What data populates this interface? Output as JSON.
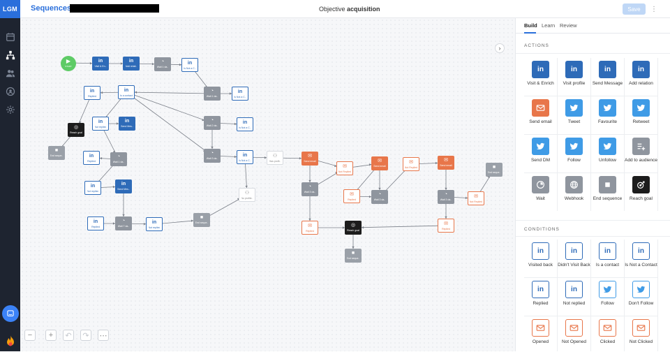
{
  "app": {
    "logo": "LGM"
  },
  "header": {
    "breadcrumb": "Sequences",
    "breadcrumb_sep": "/",
    "objective_prefix": "Objective",
    "objective_value": "acquisition",
    "save_label": "Save",
    "more_label": "⋮"
  },
  "canvas": {
    "collapse_label": "›",
    "zoom_controls": [
      "−",
      "+",
      "↶",
      "↷",
      "⋯"
    ],
    "nodes": [
      {
        "label": "START",
        "icon": "▶",
        "type": "start"
      },
      {
        "label": "Visit & En..",
        "icon": "in",
        "type": "li"
      },
      {
        "label": "Add relati..",
        "icon": "in",
        "type": "li"
      },
      {
        "label": "Wait 1 da..",
        "icon": "◔",
        "type": "wait"
      },
      {
        "label": "Is Not a C..",
        "icon": "in",
        "type": "li-o"
      },
      {
        "label": "Replied",
        "icon": "in",
        "type": "li-o"
      },
      {
        "label": "Is a contact",
        "icon": "in",
        "type": "li-o"
      },
      {
        "label": "Wait 1 da..",
        "icon": "◔",
        "type": "wait"
      },
      {
        "label": "Is Not a C..",
        "icon": "in",
        "type": "li-o"
      },
      {
        "label": "Not replied",
        "icon": "in",
        "type": "li-o"
      },
      {
        "label": "Send Mes..",
        "icon": "in",
        "type": "li"
      },
      {
        "label": "Reach goal",
        "icon": "◎",
        "type": "goal"
      },
      {
        "label": "Wait 2 da..",
        "icon": "◔",
        "type": "wait"
      },
      {
        "label": "Is Not a C..",
        "icon": "in",
        "type": "li-o"
      },
      {
        "label": "End seque..",
        "icon": "■",
        "type": "end"
      },
      {
        "label": "Replied",
        "icon": "in",
        "type": "li-o"
      },
      {
        "label": "Wait 1 da..",
        "icon": "◔",
        "type": "wait"
      },
      {
        "label": "Wait 3 da..",
        "icon": "◔",
        "type": "wait"
      },
      {
        "label": "Is Not a C..",
        "icon": "in",
        "type": "li-o"
      },
      {
        "label": "Has profil..",
        "icon": "⚇",
        "type": "plain"
      },
      {
        "label": "Not replied",
        "icon": "in",
        "type": "li-o"
      },
      {
        "label": "Send Mes..",
        "icon": "in",
        "type": "li"
      },
      {
        "label": "No profile..",
        "icon": "⚇",
        "type": "plain"
      },
      {
        "label": "Replied",
        "icon": "in",
        "type": "li-o"
      },
      {
        "label": "Wait 7 da..",
        "icon": "◔",
        "type": "wait"
      },
      {
        "label": "Not replied",
        "icon": "in",
        "type": "li-o"
      },
      {
        "label": "End seque..",
        "icon": "■",
        "type": "end"
      },
      {
        "label": "Send email",
        "icon": "✉",
        "type": "mail"
      },
      {
        "label": "Wait 3 da..",
        "icon": "◔",
        "type": "wait"
      },
      {
        "label": "Replied",
        "icon": "✉",
        "type": "mail-o"
      },
      {
        "label": "Not Replied",
        "icon": "✉",
        "type": "mail-o"
      },
      {
        "label": "Send email",
        "icon": "✉",
        "type": "mail"
      },
      {
        "label": "Replied",
        "icon": "✉",
        "type": "mail-o"
      },
      {
        "label": "Wait 3 da..",
        "icon": "◔",
        "type": "wait"
      },
      {
        "label": "Not Replied",
        "icon": "✉",
        "type": "mail-o"
      },
      {
        "label": "Send email",
        "icon": "✉",
        "type": "mail"
      },
      {
        "label": "Wait 3 da..",
        "icon": "◔",
        "type": "wait"
      },
      {
        "label": "Replied",
        "icon": "✉",
        "type": "mail-o"
      },
      {
        "label": "Not Replied",
        "icon": "✉",
        "type": "mail-o"
      },
      {
        "label": "End seque..",
        "icon": "■",
        "type": "end"
      },
      {
        "label": "Reach goal",
        "icon": "◎",
        "type": "goal"
      },
      {
        "label": "End seque..",
        "icon": "■",
        "type": "end"
      }
    ]
  },
  "panel": {
    "tabs": [
      "Build",
      "Learn",
      "Review"
    ],
    "actions_title": "ACTIONS",
    "actions": [
      {
        "label": "Visit & Enrich",
        "icon": "linkedin-icon",
        "style": "li"
      },
      {
        "label": "Visit profile",
        "icon": "linkedin-icon",
        "style": "li"
      },
      {
        "label": "Send Message",
        "icon": "linkedin-icon",
        "style": "li"
      },
      {
        "label": "Add relation",
        "icon": "linkedin-icon",
        "style": "li"
      },
      {
        "label": "Send email",
        "icon": "mail-icon",
        "style": "mail"
      },
      {
        "label": "Tweet",
        "icon": "twitter-icon",
        "style": "tw"
      },
      {
        "label": "Favourite",
        "icon": "twitter-icon",
        "style": "tw"
      },
      {
        "label": "Retweet",
        "icon": "twitter-icon",
        "style": "tw"
      },
      {
        "label": "Send DM",
        "icon": "twitter-icon",
        "style": "tw"
      },
      {
        "label": "Follow",
        "icon": "twitter-icon",
        "style": "tw"
      },
      {
        "label": "Unfollow",
        "icon": "twitter-icon",
        "style": "tw"
      },
      {
        "label": "Add to audience",
        "icon": "add-list-icon",
        "style": "gray"
      },
      {
        "label": "Wait",
        "icon": "clock-icon",
        "style": "gray"
      },
      {
        "label": "Webhook",
        "icon": "globe-icon",
        "style": "gray"
      },
      {
        "label": "End sequence",
        "icon": "stop-icon",
        "style": "gray"
      },
      {
        "label": "Reach goal",
        "icon": "target-icon",
        "style": "dark"
      }
    ],
    "conditions_title": "CONDITIONS",
    "conditions": [
      {
        "label": "Visited back",
        "icon": "linkedin-icon",
        "style": "li-o"
      },
      {
        "label": "Didn't Visit Back",
        "icon": "linkedin-icon",
        "style": "li-o"
      },
      {
        "label": "Is a contact",
        "icon": "linkedin-icon",
        "style": "li-o"
      },
      {
        "label": "Is Not a Contact",
        "icon": "linkedin-icon",
        "style": "li-o"
      },
      {
        "label": "Replied",
        "icon": "linkedin-icon",
        "style": "li-o"
      },
      {
        "label": "Not replied",
        "icon": "linkedin-icon",
        "style": "li-o"
      },
      {
        "label": "Follow",
        "icon": "twitter-icon",
        "style": "tw-o"
      },
      {
        "label": "Don't Follow",
        "icon": "twitter-icon",
        "style": "tw-o"
      },
      {
        "label": "Opened",
        "icon": "mail-icon",
        "style": "mail-o"
      },
      {
        "label": "Not Opened",
        "icon": "mail-icon",
        "style": "mail-o"
      },
      {
        "label": "Clicked",
        "icon": "mail-icon",
        "style": "mail-o"
      },
      {
        "label": "Not Clicked",
        "icon": "mail-icon",
        "style": "mail-o"
      }
    ]
  },
  "colors": {
    "brand_blue": "#2a6fdb",
    "linkedin": "#2e6bb8",
    "email": "#e8764a",
    "twitter": "#3f9be6",
    "wait_gray": "#8f959e",
    "start_green": "#5ecb66"
  }
}
